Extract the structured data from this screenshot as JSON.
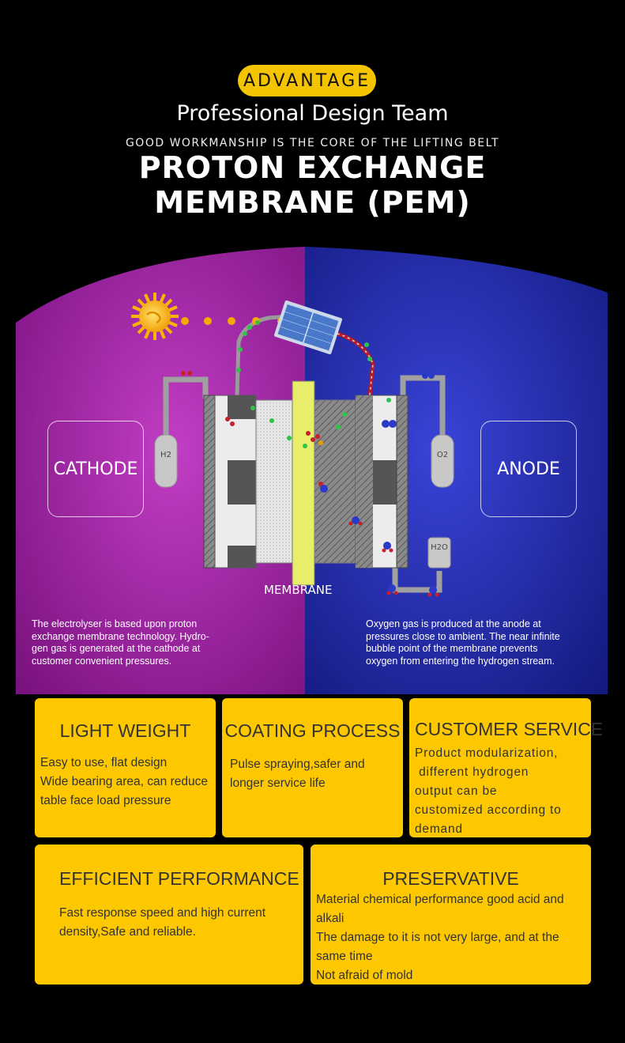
{
  "header": {
    "badge": "ADVANTAGE",
    "subtitle": "Professional Design Team",
    "tagline": "GOOD WORKMANSHIP IS THE CORE OF THE LIFTING BELT",
    "title_line1": "PROTON EXCHANGE",
    "title_line2": "MEMBRANE (PEM)"
  },
  "diagram": {
    "cathode_label": "CATHODE",
    "anode_label": "ANODE",
    "membrane_label": "MEMBRANE",
    "h2_label": "H2",
    "o2_label": "O2",
    "h2o_label": "H2O",
    "cathode_description": [
      "The electrolyser is based upon proton",
      "exchange membrane technology. Hydro-",
      "gen gas is generated at the cathode at",
      "customer convenient pressures."
    ],
    "anode_description": [
      "Oxygen gas is produced at the anode at",
      "pressures close to ambient. The near infinite",
      "bubble point of the membrane prevents",
      "oxygen from entering the hydrogen stream."
    ],
    "colors": {
      "cathode_bg": "#a21ea8",
      "anode_bg": "#2228b0",
      "sun": "#f5b800",
      "membrane": "#e8ee6a"
    }
  },
  "features": [
    {
      "title": "LIGHT WEIGHT",
      "lines": [
        "Easy to use, flat design",
        "Wide bearing area, can reduce",
        "table face load pressure"
      ]
    },
    {
      "title": "COATING PROCESS",
      "lines": [
        "Pulse spraying,safer and",
        "longer service life"
      ]
    },
    {
      "title": "CUSTOMER SERVICE",
      "lines": [
        "Product modularization,",
        " different hydrogen",
        "output can be",
        "customized according to",
        "demand"
      ]
    },
    {
      "title": "EFFICIENT PERFORMANCE",
      "lines": [
        "Fast response speed and high current",
        "density,Safe and reliable."
      ]
    },
    {
      "title": "PRESERVATIVE",
      "lines": [
        "Material chemical performance good acid and",
        "alkali",
        "The damage to it is not very large, and at the",
        "same time",
        "Not afraid of mold"
      ]
    }
  ],
  "card_color": "#fdc800"
}
